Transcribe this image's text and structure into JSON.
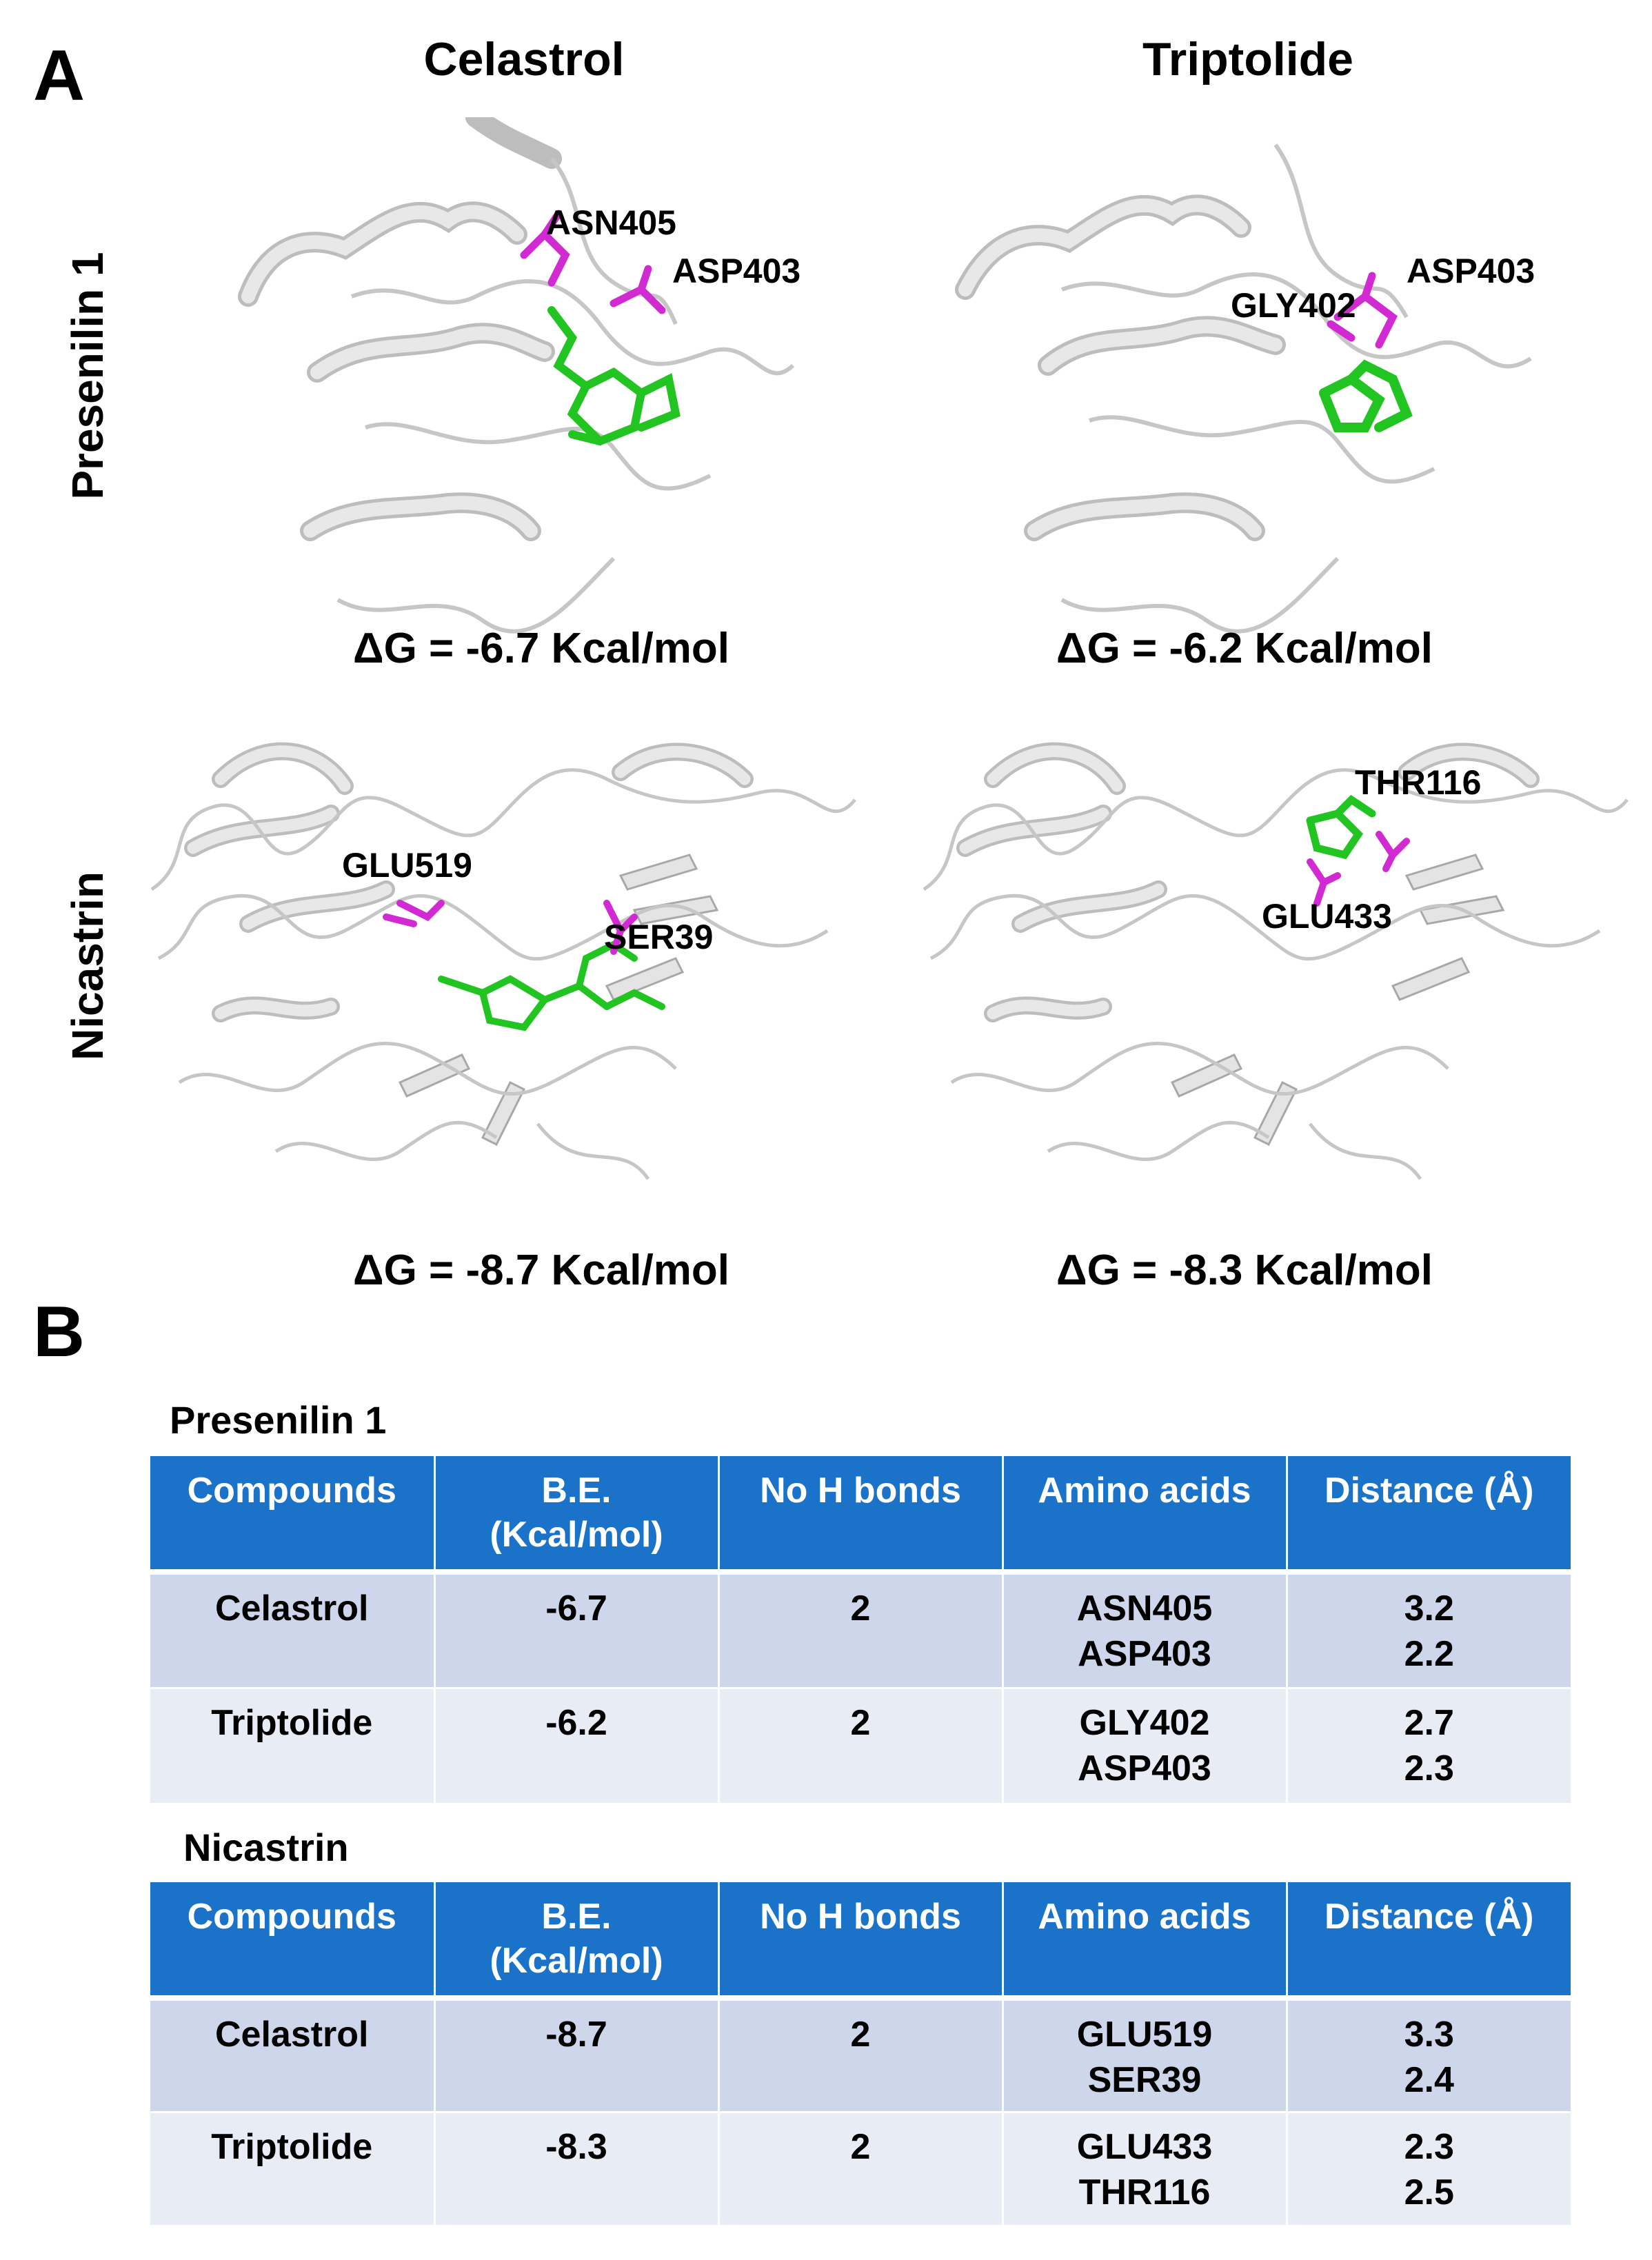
{
  "panel_a": {
    "letter": "A",
    "col_titles": [
      "Celastrol",
      "Triptolide"
    ],
    "row_titles": [
      "Presenilin 1",
      "Nicastrin"
    ],
    "cells": [
      {
        "residues": [
          "ASN405",
          "ASP403"
        ],
        "dg": "ΔG = -6.7 Kcal/mol"
      },
      {
        "residues": [
          "GLY402",
          "ASP403"
        ],
        "dg": "ΔG = -6.2 Kcal/mol"
      },
      {
        "residues": [
          "GLU519",
          "SER39"
        ],
        "dg": "ΔG = -8.7 Kcal/mol"
      },
      {
        "residues": [
          "THR116",
          "GLU433"
        ],
        "dg": "ΔG = -8.3 Kcal/mol"
      }
    ],
    "colors": {
      "protein": "#dcdcdc",
      "ligand": "#22c422",
      "residue": "#d22ad2"
    }
  },
  "panel_b": {
    "letter": "B",
    "headers": [
      "Compounds",
      "B.E.\n(Kcal/mol)",
      "No H bonds",
      "Amino acids",
      "Distance (Å)"
    ],
    "tables": [
      {
        "title": "Presenilin 1",
        "rows": [
          {
            "compound": "Celastrol",
            "be": "-6.7",
            "hbonds": "2",
            "amino": [
              "ASN405",
              "ASP403"
            ],
            "dist": [
              "3.2",
              "2.2"
            ]
          },
          {
            "compound": "Triptolide",
            "be": "-6.2",
            "hbonds": "2",
            "amino": [
              "GLY402",
              "ASP403"
            ],
            "dist": [
              "2.7",
              "2.3"
            ]
          }
        ]
      },
      {
        "title": "Nicastrin",
        "rows": [
          {
            "compound": "Celastrol",
            "be": "-8.7",
            "hbonds": "2",
            "amino": [
              "GLU519",
              "SER39"
            ],
            "dist": [
              "3.3",
              "2.4"
            ]
          },
          {
            "compound": "Triptolide",
            "be": "-8.3",
            "hbonds": "2",
            "amino": [
              "GLU433",
              "THR116"
            ],
            "dist": [
              "2.3",
              "2.5"
            ]
          }
        ]
      }
    ],
    "colors": {
      "header_bg": "#1a73c9",
      "row_odd": "#cdd6ea",
      "row_even": "#e8ecf5"
    }
  }
}
